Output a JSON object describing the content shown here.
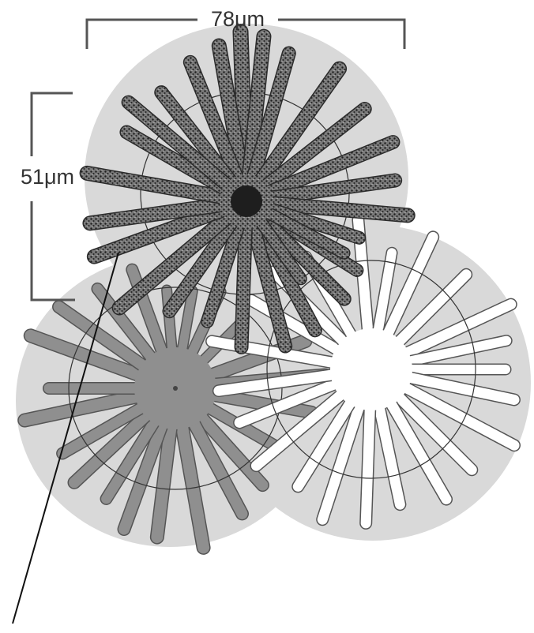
{
  "diagram": {
    "width_label": "78μm",
    "height_label": "51μm",
    "cells": [
      {
        "name": "dark-stellate-cell",
        "style": "dark-textured"
      },
      {
        "name": "gray-stellate-cell",
        "style": "gray"
      },
      {
        "name": "white-stellate-cell",
        "style": "white"
      }
    ],
    "colors": {
      "field": "#d9d9d9",
      "dark_cell": "#3a3a3a",
      "gray_cell": "#8f8f8f",
      "white_cell": "#ffffff",
      "outline": "#333333"
    }
  }
}
